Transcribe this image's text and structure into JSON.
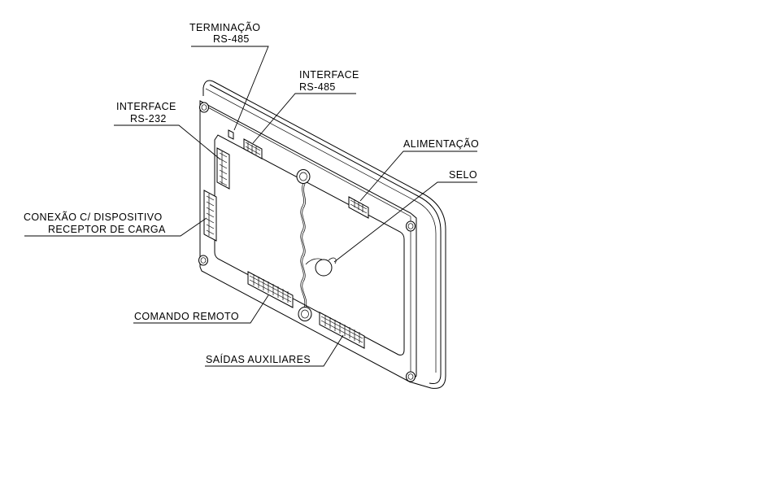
{
  "labels": {
    "termination": [
      "TERMINAÇÃO",
      "RS-485"
    ],
    "interface_rs485": [
      "INTERFACE",
      "RS-485"
    ],
    "interface_rs232": [
      "INTERFACE",
      "RS-232"
    ],
    "power": [
      "ALIMENTAÇÃO"
    ],
    "seal": [
      "SELO"
    ],
    "load_receptor": [
      "CONEXÃO C/ DISPOSITIVO",
      "RECEPTOR DE CARGA"
    ],
    "remote_command": [
      "COMANDO REMOTO"
    ],
    "aux_outputs": [
      "SAÍDAS AUXILIARES"
    ]
  }
}
